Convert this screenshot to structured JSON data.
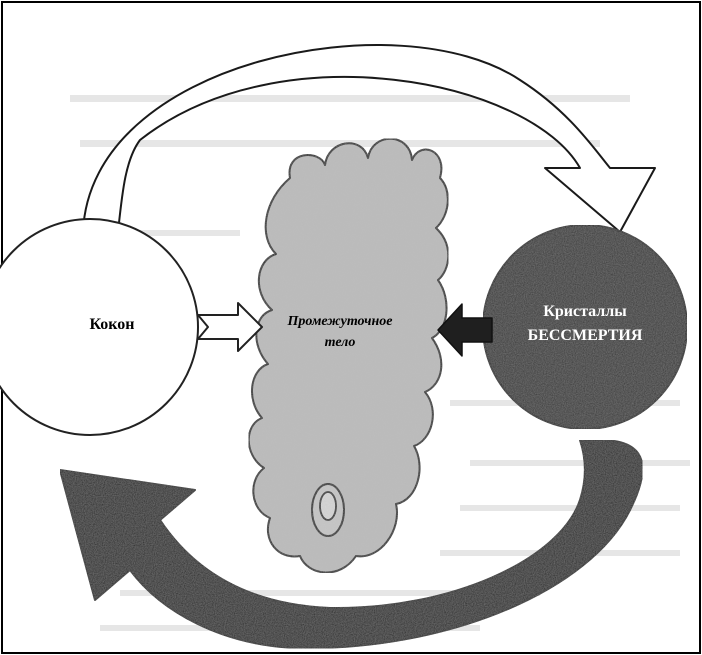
{
  "diagram": {
    "nodes": {
      "cocoon": {
        "label": "Кокон"
      },
      "intermediate_body": {
        "label_line1": "Промежуточное",
        "label_line2": "тело"
      },
      "crystals": {
        "label_line1": "Кристаллы",
        "label_line2": "БЕССМЕРТИЯ"
      }
    },
    "colors": {
      "page": "#ffffff",
      "frame": "#000000",
      "cocoon_fill": "#ffffff",
      "cloud_fill": "#b9b9b9",
      "crystals_fill": "#2f2f2f",
      "dark_arrow": "#1f1f1f",
      "light_arrow": "#ffffff",
      "background_text": "#d6d6d6"
    }
  }
}
